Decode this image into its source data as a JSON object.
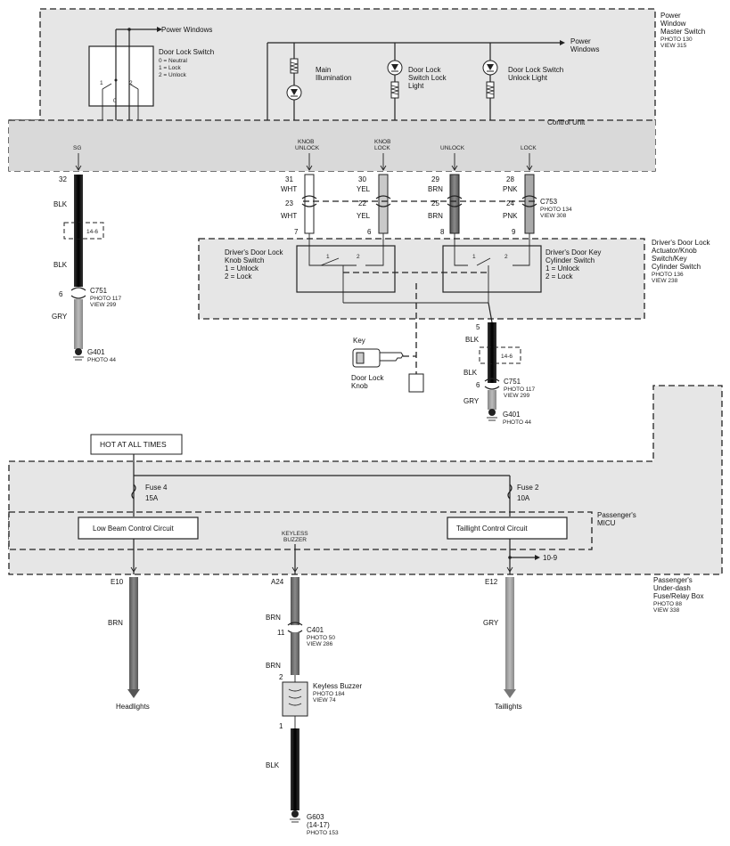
{
  "master_switch": {
    "title": [
      "Power",
      "Window",
      "Master Switch"
    ],
    "refs": [
      "PHOTO 130",
      "VIEW 315"
    ],
    "power_windows_top": "Power Windows",
    "power_windows_right": [
      "Power",
      "Windows"
    ],
    "door_lock_switch": {
      "title": "Door Lock Switch",
      "states": [
        "0 = Neutral",
        "1 = Lock",
        "2 = Unlock"
      ],
      "positions": [
        "1",
        "2",
        "0"
      ]
    },
    "main_illumination": [
      "Main",
      "Illumination"
    ],
    "lock_light": [
      "Door Lock",
      "Switch Lock",
      "Light"
    ],
    "unlock_light": [
      "Door Lock Switch",
      "Unlock Light"
    ],
    "control_unit": "Control Unit",
    "terminals": {
      "sg": "SG",
      "knob_unlock": [
        "KNOB",
        "UNLOCK"
      ],
      "knob_lock": [
        "KNOB",
        "LOCK"
      ],
      "unlock": "UNLOCK",
      "lock": "LOCK"
    }
  },
  "left_ground": {
    "pin_top": "32",
    "wire_top": "BLK",
    "ref_box": "14-6",
    "wire_mid": "BLK",
    "pin_c751": "6",
    "c751": "C751",
    "c751_refs": [
      "PHOTO 117",
      "VIEW 299"
    ],
    "wire_bottom": "GRY",
    "ground": "G401",
    "ground_ref": "PHOTO 44"
  },
  "c753": {
    "label": "C753",
    "refs": [
      "PHOTO 134",
      "VIEW 308"
    ],
    "wires": [
      {
        "pin_top": "31",
        "color_top": "WHT",
        "pin_bot": "23",
        "color_bot": "WHT",
        "pin_actuator": "7"
      },
      {
        "pin_top": "30",
        "color_top": "YEL",
        "pin_bot": "22",
        "color_bot": "YEL",
        "pin_actuator": "6"
      },
      {
        "pin_top": "29",
        "color_top": "BRN",
        "pin_bot": "25",
        "color_bot": "BRN",
        "pin_actuator": "8"
      },
      {
        "pin_top": "28",
        "color_top": "PNK",
        "pin_bot": "24",
        "color_bot": "PNK",
        "pin_actuator": "9"
      }
    ]
  },
  "actuator": {
    "title": [
      "Driver's Door Lock",
      "Actuator/Knob",
      "Switch/Key",
      "Cylinder Switch"
    ],
    "refs": [
      "PHOTO 136",
      "VIEW 238"
    ],
    "knob_switch": [
      "Driver's Door Lock",
      "Knob Switch",
      "1 = Unlock",
      "2 = Lock"
    ],
    "key_switch": [
      "Driver's Door Key",
      "Cylinder Switch",
      "1 = Unlock",
      "2 = Lock"
    ],
    "positions": [
      "1",
      "2"
    ]
  },
  "key_items": {
    "key": "Key",
    "knob": [
      "Door Lock",
      "Knob"
    ]
  },
  "right_ground": {
    "pin_top": "5",
    "wire_top": "BLK",
    "ref_box": "14-6",
    "wire_mid": "BLK",
    "pin_c751": "6",
    "c751": "C751",
    "c751_refs": [
      "PHOTO 117",
      "VIEW 299"
    ],
    "wire_bottom": "GRY",
    "ground": "G401",
    "ground_ref": "PHOTO 44"
  },
  "fuse_box": {
    "hot_label": "HOT AT ALL TIMES",
    "fuse4": [
      "Fuse 4",
      "15A"
    ],
    "fuse2": [
      "Fuse 2",
      "10A"
    ],
    "micu": [
      "Passenger's",
      "MICU"
    ],
    "low_beam": "Low Beam Control Circuit",
    "taillight_circuit": "Taillight Control Circuit",
    "keyless": [
      "KEYLESS",
      "BUZZER"
    ],
    "ref_10_9": "10-9",
    "box_title": [
      "Passenger's",
      "Under-dash",
      "Fuse/Relay Box"
    ],
    "box_refs": [
      "PHOTO 88",
      "VIEW 338"
    ]
  },
  "outputs": {
    "headlights": {
      "pin": "E10",
      "wire": "BRN",
      "label": "Headlights"
    },
    "taillights": {
      "pin": "E12",
      "wire": "GRY",
      "label": "Taillights"
    },
    "buzzer": {
      "pin": "A24",
      "wire1": "BRN",
      "pin_c401": "11",
      "c401": "C401",
      "c401_refs": [
        "PHOTO 50",
        "VIEW 286"
      ],
      "wire2": "BRN",
      "pin_in": "2",
      "name": "Keyless Buzzer",
      "refs": [
        "PHOTO 184",
        "VIEW 74"
      ],
      "pin_out": "1",
      "wire3": "BLK",
      "ground": "G603",
      "ground_sub": "(14-17)",
      "ground_ref": "PHOTO 153"
    }
  }
}
